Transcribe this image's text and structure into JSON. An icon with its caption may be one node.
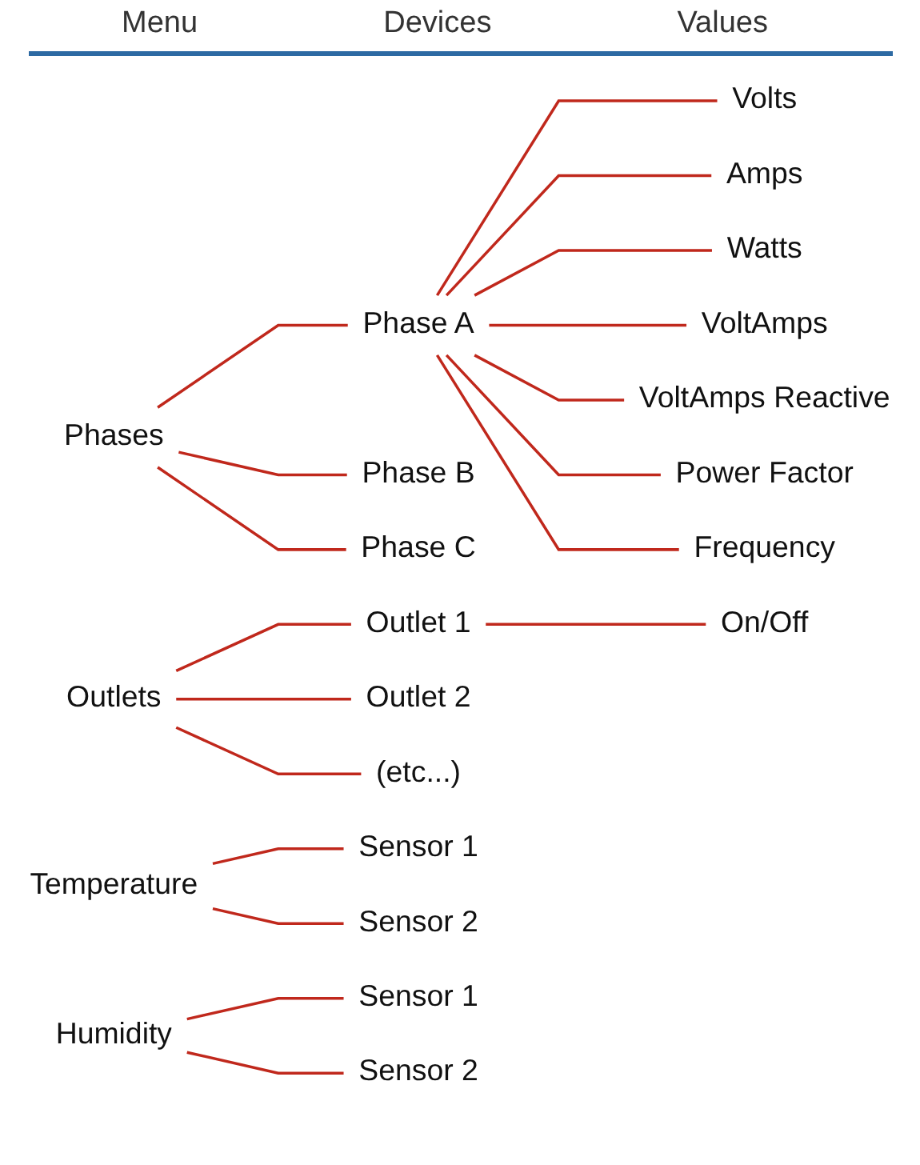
{
  "diagram": {
    "nodes": [
      {
        "text": [
          "Phases"
        ]
      },
      {
        "text": [
          "Phase A"
        ]
      },
      {
        "text": [
          "Phase B"
        ]
      },
      {
        "text": [
          "Phase C"
        ]
      },
      {
        "text": [
          "Volts"
        ]
      },
      {
        "text": [
          "Amps"
        ]
      },
      {
        "text": [
          "Watts"
        ]
      },
      {
        "text": [
          "VoltAmps"
        ]
      },
      {
        "text": [
          "VoltAmps Reactive"
        ]
      },
      {
        "text": [
          "Power Factor"
        ]
      },
      {
        "text": [
          "Frequency"
        ]
      },
      {
        "text": [
          "Outlets"
        ]
      },
      {
        "text": [
          "Outlet 1"
        ]
      },
      {
        "text": [
          "Outlet 2"
        ]
      },
      {
        "text": [
          "(etc...)"
        ]
      },
      {
        "text": [
          "On/Off"
        ]
      },
      {
        "text": [
          "Temperature"
        ]
      },
      {
        "text": [
          "Sensor 1"
        ]
      },
      {
        "text": [
          "Sensor 2"
        ]
      },
      {
        "text": [
          "Humidity"
        ]
      },
      {
        "text": [
          "Sensor 1"
        ]
      },
      {
        "text": [
          "Sensor 2"
        ]
      }
    ],
    "edges": [
      {
        "from": 0,
        "to": 1,
        "arrow": "none"
      },
      {
        "from": 0,
        "to": 2,
        "arrow": "none"
      },
      {
        "from": 0,
        "to": 3,
        "arrow": "none"
      },
      {
        "from": 1,
        "to": 4,
        "arrow": "none"
      },
      {
        "from": 1,
        "to": 5,
        "arrow": "none"
      },
      {
        "from": 1,
        "to": 6,
        "arrow": "none"
      },
      {
        "from": 1,
        "to": 7,
        "arrow": "none"
      },
      {
        "from": 1,
        "to": 8,
        "arrow": "none"
      },
      {
        "from": 1,
        "to": 9,
        "arrow": "none"
      },
      {
        "from": 1,
        "to": 10,
        "arrow": "none"
      },
      {
        "from": 11,
        "to": 12,
        "arrow": "none"
      },
      {
        "from": 11,
        "to": 13,
        "arrow": "none"
      },
      {
        "from": 11,
        "to": 14,
        "arrow": "none"
      },
      {
        "from": 12,
        "to": 15,
        "arrow": "none"
      },
      {
        "from": 16,
        "to": 17,
        "arrow": "none"
      },
      {
        "from": 16,
        "to": 18,
        "arrow": "none"
      },
      {
        "from": 19,
        "to": 20,
        "arrow": "none"
      },
      {
        "from": 19,
        "to": 21,
        "arrow": "none"
      }
    ],
    "labels": [
      "Menu",
      "Devices",
      "Values"
    ]
  }
}
